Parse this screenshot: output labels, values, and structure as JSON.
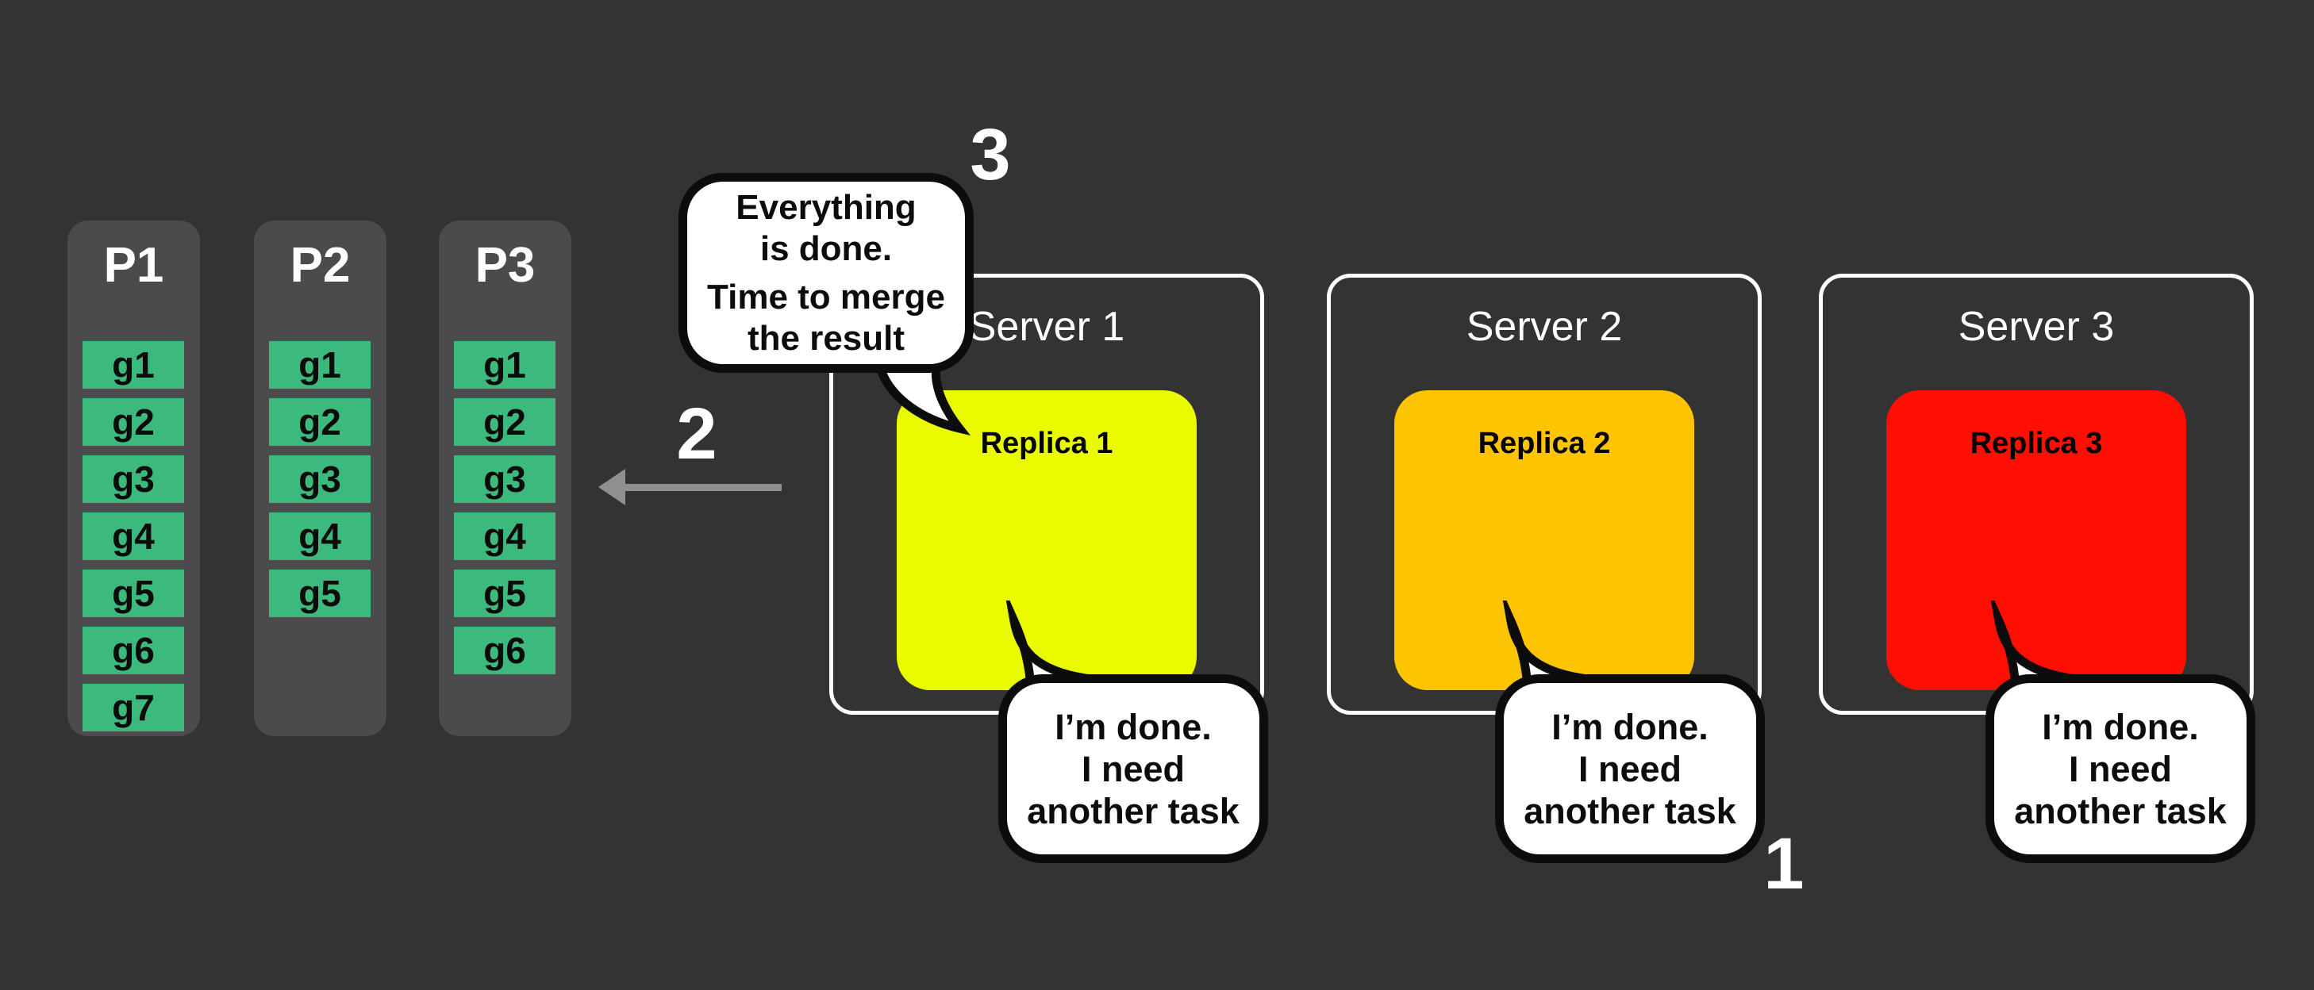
{
  "colors": {
    "background": "#333333",
    "column_bg": "#4b4b4d",
    "task_green": "#3cb97d",
    "replica_yellow": "#eafb00",
    "replica_gold": "#fdc404",
    "replica_red": "#fe0e03",
    "arrow_gray": "#8f8f8f",
    "bubble_bg": "#ffffff",
    "bubble_border": "#0c0c0c"
  },
  "partitions": [
    {
      "label": "P1",
      "tasks": [
        "g1",
        "g2",
        "g3",
        "g4",
        "g5",
        "g6",
        "g7"
      ]
    },
    {
      "label": "P2",
      "tasks": [
        "g1",
        "g2",
        "g3",
        "g4",
        "g5"
      ]
    },
    {
      "label": "P3",
      "tasks": [
        "g1",
        "g2",
        "g3",
        "g4",
        "g5",
        "g6"
      ]
    }
  ],
  "servers": [
    {
      "label": "Server 1",
      "replica_label": "Replica 1"
    },
    {
      "label": "Server 2",
      "replica_label": "Replica 2"
    },
    {
      "label": "Server 3",
      "replica_label": "Replica 3"
    }
  ],
  "steps": {
    "one": "1",
    "two": "2",
    "three": "3"
  },
  "bubbles": {
    "merge": {
      "line1": "Everything",
      "line2": "is done.",
      "line3": "Time to merge",
      "line4": "the result"
    },
    "done": {
      "line1": "I’m done.",
      "line2": "I need",
      "line3": "another task"
    }
  }
}
